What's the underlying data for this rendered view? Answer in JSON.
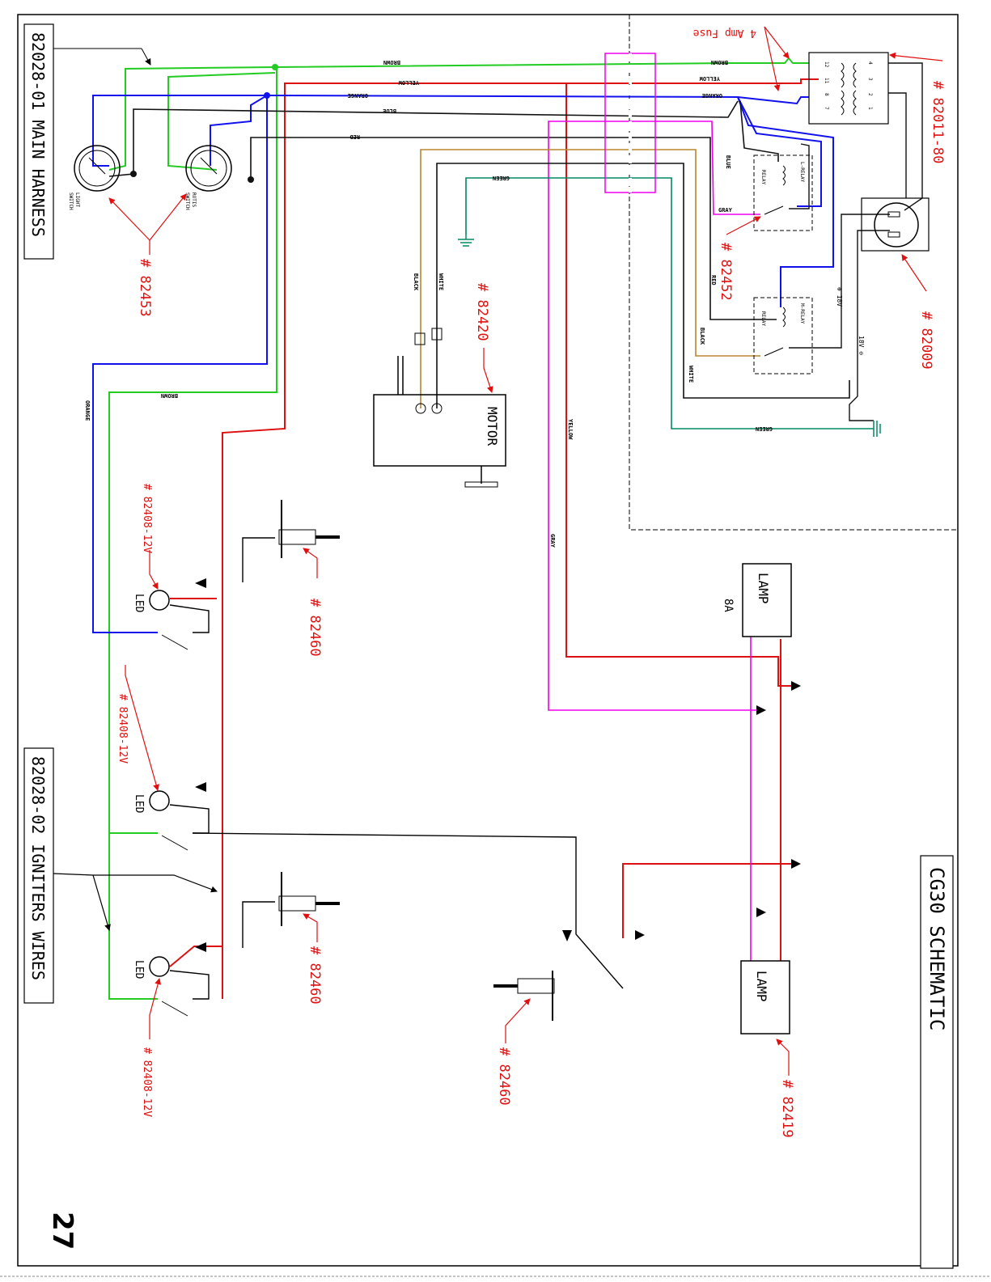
{
  "page": {
    "number": "27"
  },
  "titles": {
    "main_harness": "82028-01 MAIN HARNESS",
    "igniters": "82028-02 IGNITERS WIRES",
    "schematic": "CG30 SCHEMATIC"
  },
  "fuse_label": "4 Amp Fuse",
  "part_numbers": {
    "transformer": "# 82011-80",
    "switches": "# 82453",
    "relay": "# 82452",
    "motor": "# 82420",
    "receptacle": "# 82009",
    "led_top": "# 82408-12V",
    "led_mid": "# 82408-12V",
    "led_bottom": "# 82408-12V",
    "igniter_top": "# 82460",
    "igniter_mid": "# 82460",
    "igniter_right": "# 82460",
    "lamp": "# 82419"
  },
  "components": {
    "motor": "MOTOR",
    "lamp_top": "LAMP",
    "lamp_bottom": "LAMP",
    "lamp_rating": "8A",
    "led": "LED",
    "light_switch": [
      "LIGHT",
      "SWITCH"
    ],
    "rotis_switch": [
      "ROTIS",
      "SWITCH"
    ],
    "l_relay": [
      "L-RELAY",
      "RELAY"
    ],
    "m_relay": [
      "M-RELAY",
      "RELAY"
    ],
    "plus_18v": "⊕ 18V",
    "minus_18v": "18V ⊖"
  },
  "wire_labels": {
    "brown": "BROWN",
    "yellow": "YELLOW",
    "orange": "ORANGE",
    "blue": "BLUE",
    "red": "RED",
    "green": "GREEN",
    "black": "BLACK",
    "white": "WHITE",
    "gray": "GRAY"
  },
  "transformer_pins": [
    "12",
    "11",
    "8",
    "7",
    "4",
    "3",
    "2",
    "1"
  ],
  "colors": {
    "brown_wire": "#22cc22",
    "yellow_wire": "#dd1111",
    "orange_wire": "#1111ee",
    "blue_wire": "#111111",
    "gray_wire": "#ee00ee",
    "motor_black": "#b8862b",
    "ground_green": "#008866",
    "annotation": "#e01010"
  }
}
